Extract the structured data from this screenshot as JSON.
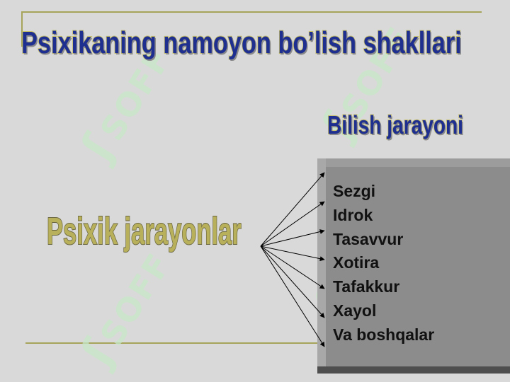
{
  "slide": {
    "title": "Psixikaning namoyon bo’lish shakllari",
    "subtitle": "Bilish jarayoni",
    "left_label": "Psixik jarayonlar",
    "items": [
      {
        "label": "Sezgi"
      },
      {
        "label": " Idrok"
      },
      {
        "label": "Tasavvur"
      },
      {
        "label": " Xotira"
      },
      {
        "label": "Tafakkur"
      },
      {
        "label": "Xayol"
      },
      {
        "label": "Va boshqalar"
      }
    ],
    "watermark": "SOFF"
  },
  "colors": {
    "background": "#d9d9d9",
    "title_fill": "#1e2f8f",
    "title_outline": "#c8c06a",
    "left_label_fill": "#b8b05a",
    "panel": "#8c8c8c",
    "rule": "#a6a35a",
    "watermark": "#c7e8c7"
  }
}
